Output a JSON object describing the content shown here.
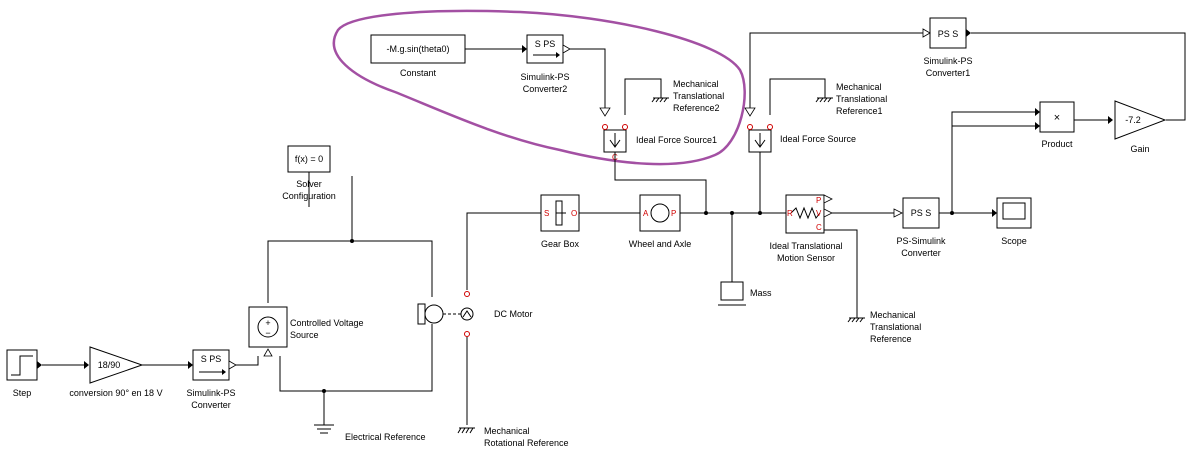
{
  "blocks": {
    "constant": {
      "value": "-M.g.sin(theta0)",
      "name": "Constant"
    },
    "sps2": {
      "icon": "S PS",
      "name1": "Simulink-PS",
      "name2": "Converter2"
    },
    "mtr2": {
      "name1": "Mechanical",
      "name2": "Translational",
      "name3": "Reference2"
    },
    "ifs1": {
      "name": "Ideal Force Source1"
    },
    "psconv1": {
      "icon": "PS S",
      "name1": "Simulink-PS",
      "name2": "Converter1"
    },
    "mtr1": {
      "name1": "Mechanical",
      "name2": "Translational",
      "name3": "Reference1"
    },
    "ifs": {
      "name": "Ideal Force Source"
    },
    "product": {
      "icon": "×",
      "name": "Product"
    },
    "gain": {
      "value": "-7.2",
      "name": "Gain"
    },
    "solver": {
      "value": "f(x) = 0",
      "name1": "Solver",
      "name2": "Configuration"
    },
    "gearbox": {
      "name": "Gear Box",
      "port_s": "S",
      "port_o": "O"
    },
    "wheel": {
      "name": "Wheel and Axle",
      "port_a": "A",
      "port_p": "P"
    },
    "sensor": {
      "name1": "Ideal Translational",
      "name2": "Motion Sensor",
      "port_r": "R",
      "port_p": "P",
      "port_v": "V",
      "port_c": "C"
    },
    "psconv": {
      "icon": "PS S",
      "name1": "PS-Simulink",
      "name2": "Converter"
    },
    "scope": {
      "name": "Scope"
    },
    "mass": {
      "name": "Mass"
    },
    "mtr": {
      "name1": "Mechanical",
      "name2": "Translational",
      "name3": "Reference"
    },
    "cvs": {
      "name1": "Controlled Voltage",
      "name2": "Source"
    },
    "dcmotor": {
      "name": "DC Motor"
    },
    "mrr": {
      "name1": "Mechanical",
      "name2": "Rotational Reference"
    },
    "step": {
      "name": "Step"
    },
    "conv": {
      "value": "18/90",
      "name": "conversion 90° en 18 V"
    },
    "sps": {
      "icon": "S PS",
      "name1": "Simulink-PS",
      "name2": "Converter"
    },
    "eref": {
      "name": "Electrical Reference"
    }
  },
  "colors": {
    "highlight": "#a350a3",
    "port_red": "#d00000"
  }
}
